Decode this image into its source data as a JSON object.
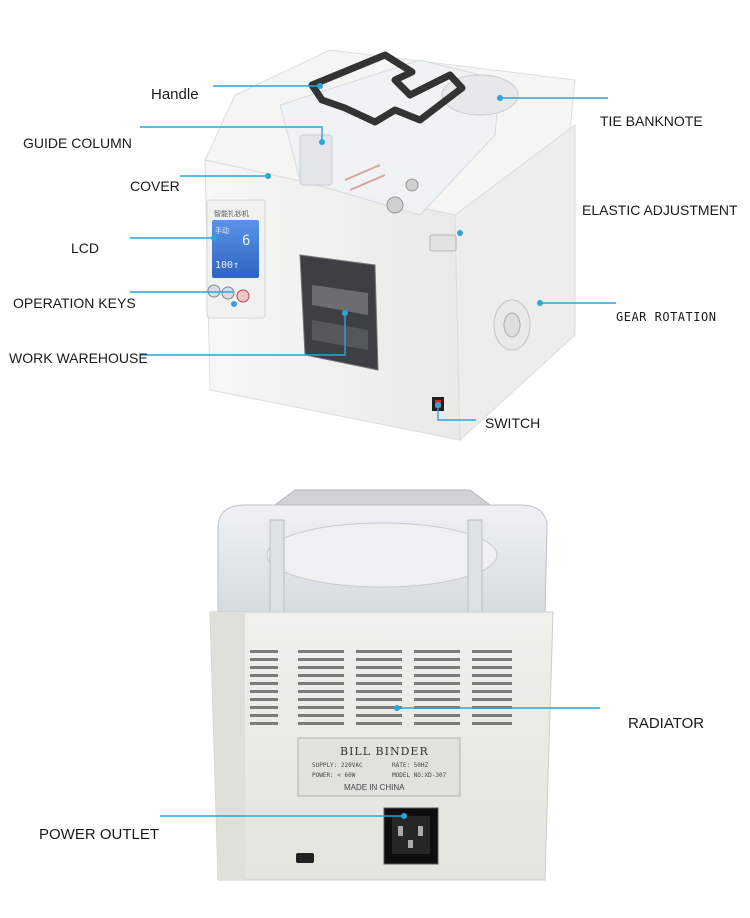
{
  "labels": {
    "handle": "Handle",
    "tie_banknote": "TIE BANKNOTE",
    "guide_column": "GUIDE COLUMN",
    "cover": "COVER",
    "elastic_adjustment": "ELASTIC ADJUSTMENT",
    "lcd": "LCD",
    "gear_rotation": "GEAR ROTATION",
    "operation_keys": "OPERATION KEYS",
    "work_warehouse": "WORK WAREHOUSE",
    "switch": "SWITCH",
    "radiator": "RADIATOR",
    "power_outlet": "POWER OUTLET"
  },
  "device": {
    "panel_title": "智能扎钞机",
    "lcd_mode": "手动",
    "lcd_digit": "6",
    "lcd_count": "100↑"
  },
  "rating_plate": {
    "title": "BILL BINDER",
    "supply": "SUPPLY: 220VAC",
    "rate": "RATE: 50HZ",
    "power": "POWER: < 60W",
    "model": "MODEL NO:XD-307",
    "origin": "MADE IN CHINA"
  },
  "colors": {
    "callout_line": "#2ea3dc",
    "body": "#f3f3f1",
    "rear_body": "#ebebe6",
    "lcd": "#3b78d6"
  }
}
